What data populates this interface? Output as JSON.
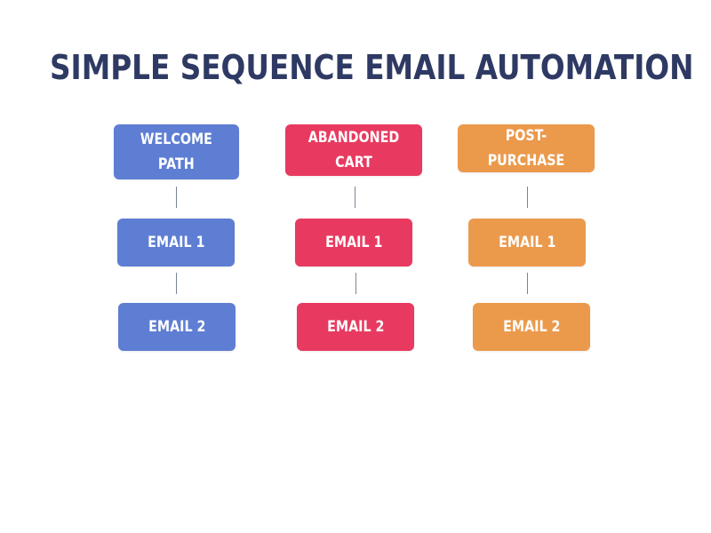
{
  "title": "SIMPLE SEQUENCE EMAIL AUTOMATION",
  "colors": {
    "title": "#2e3a63",
    "welcome": "#5e7ed3",
    "cart": "#e83a60",
    "post": "#eb9a4c",
    "connector": "#7a8394"
  },
  "columns": [
    {
      "header": "WELCOME\nPATH",
      "steps": [
        "EMAIL 1",
        "EMAIL 2"
      ]
    },
    {
      "header": "ABANDONED CART",
      "steps": [
        "EMAIL 1",
        "EMAIL 2"
      ]
    },
    {
      "header": "POST-PURCHASE",
      "steps": [
        "EMAIL 1",
        "EMAIL 2"
      ]
    }
  ]
}
